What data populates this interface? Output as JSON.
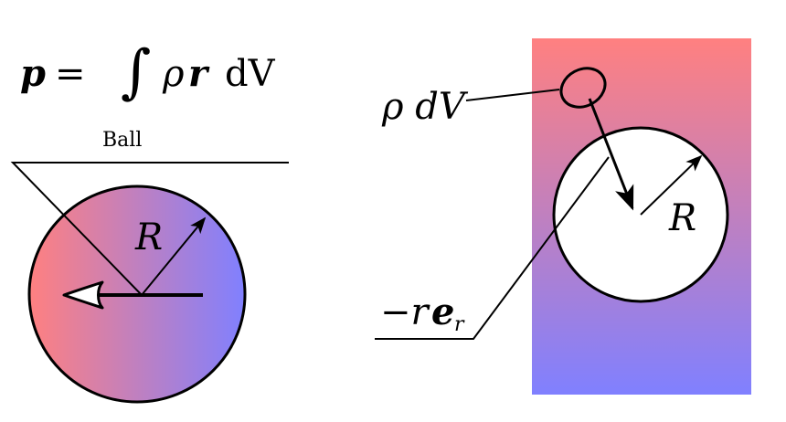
{
  "formula": {
    "lhs": "p",
    "equals": "=",
    "integral": "∫",
    "integrand_rho": "ρ",
    "integrand_r": "r",
    "integrand_dv": "dV",
    "subscript": "Ball"
  },
  "left_ball": {
    "radius_label": "R"
  },
  "right_panel": {
    "element_label": "ρ dV",
    "radius_label": "R",
    "position_label_sign": "−r",
    "position_label_vector": "e",
    "position_label_subscript": "r"
  },
  "colors": {
    "warm": "#ff8080",
    "cool": "#8080ff",
    "line": "#000000",
    "cavity": "#ffffff"
  }
}
